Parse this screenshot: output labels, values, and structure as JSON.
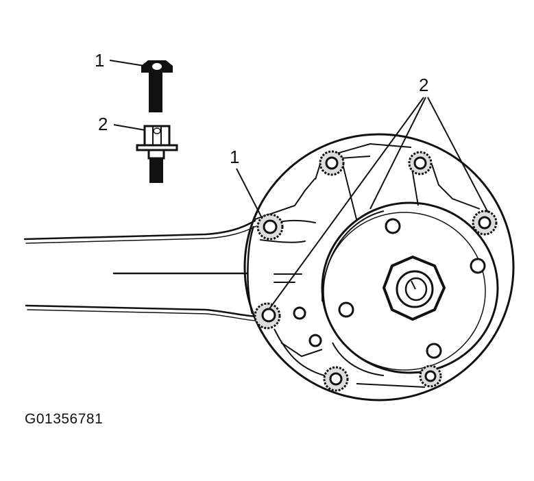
{
  "figure_id": "G01356781",
  "callouts": {
    "bolt_legend": "1",
    "nut_legend": "2",
    "bolt_on_hub": "1",
    "nuts_on_hub": "2"
  },
  "colors": {
    "ink": "#111111",
    "paper": "#ffffff"
  }
}
